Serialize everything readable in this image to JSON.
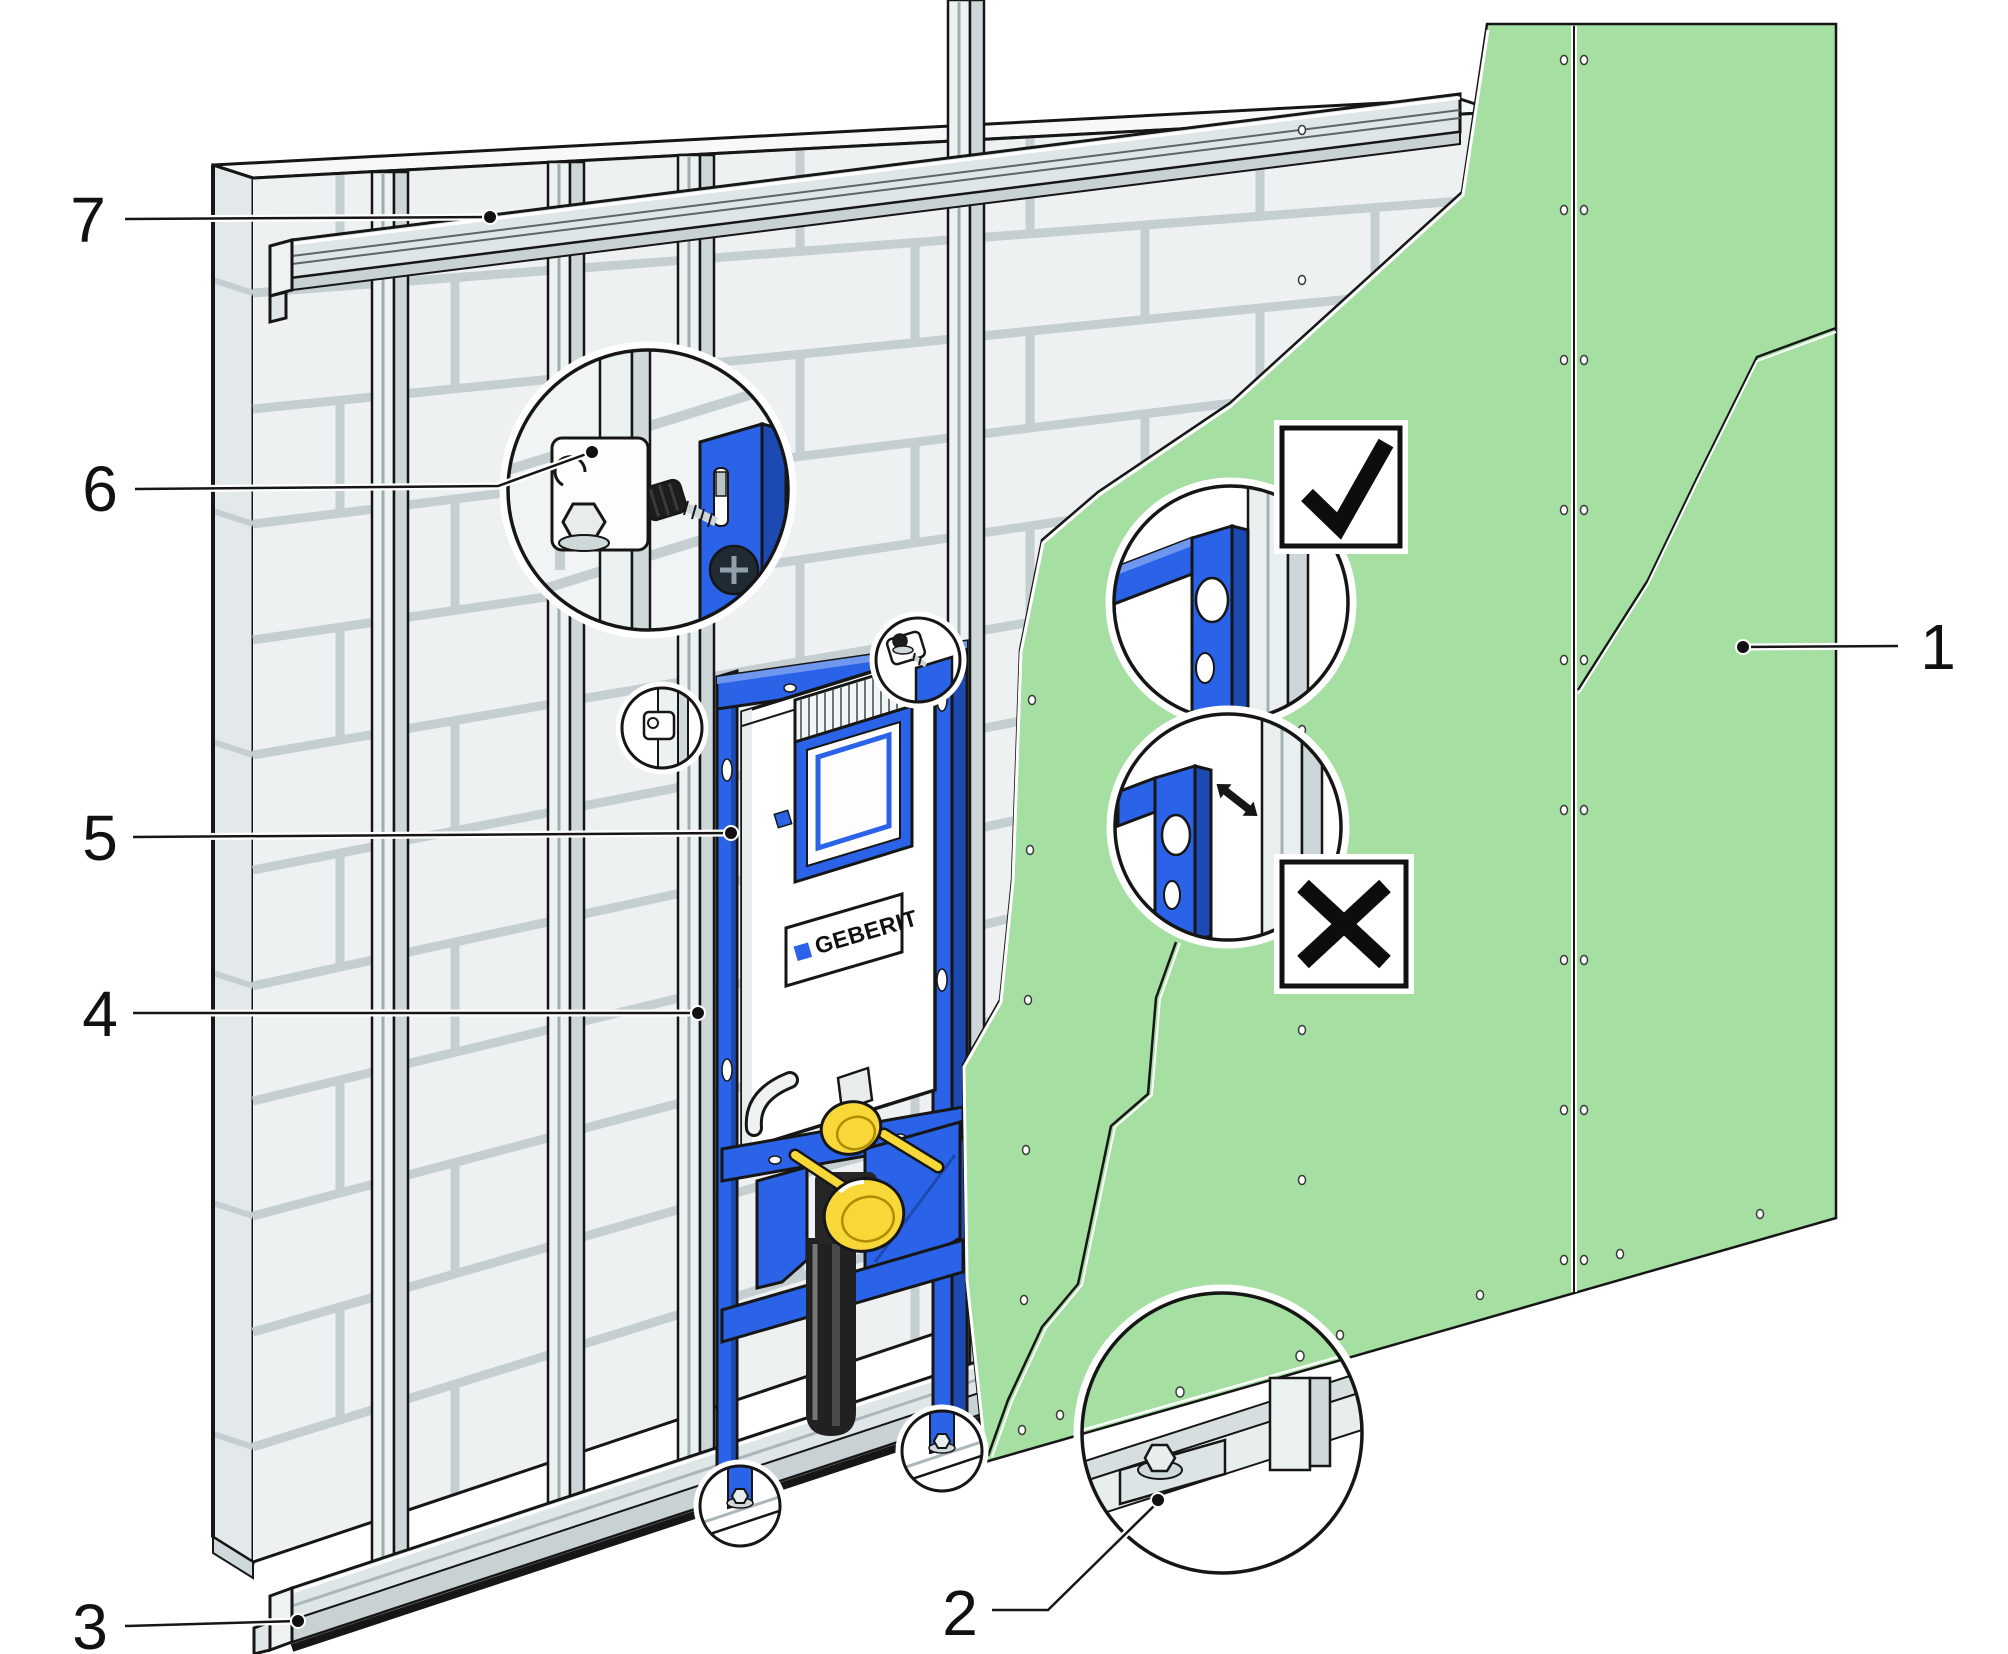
{
  "figure": {
    "logo": {
      "text": "GEBERIT"
    },
    "callouts": [
      {
        "id": "callout-1",
        "label": "1"
      },
      {
        "id": "callout-2",
        "label": "2"
      },
      {
        "id": "callout-3",
        "label": "3"
      },
      {
        "id": "callout-4",
        "label": "4"
      },
      {
        "id": "callout-5",
        "label": "5"
      },
      {
        "id": "callout-6",
        "label": "6"
      },
      {
        "id": "callout-7",
        "label": "7"
      }
    ],
    "marks": {
      "correct_icon": "check-icon",
      "incorrect_icon": "cross-icon",
      "gap_icon": "double-arrow-icon"
    },
    "colors": {
      "frame_blue": "#2a63e8",
      "frame_blue_dark": "#1d4ab2",
      "frame_blue_light": "#6f97f0",
      "board_green": "#a5dfa1",
      "cap_yellow": "#f8d838",
      "pipe_black": "#212121",
      "metal_gray": "#dfe6e7",
      "brick_face": "#eef1f2",
      "mortar_gray": "#c5cfd2",
      "outline": "#161616"
    }
  }
}
